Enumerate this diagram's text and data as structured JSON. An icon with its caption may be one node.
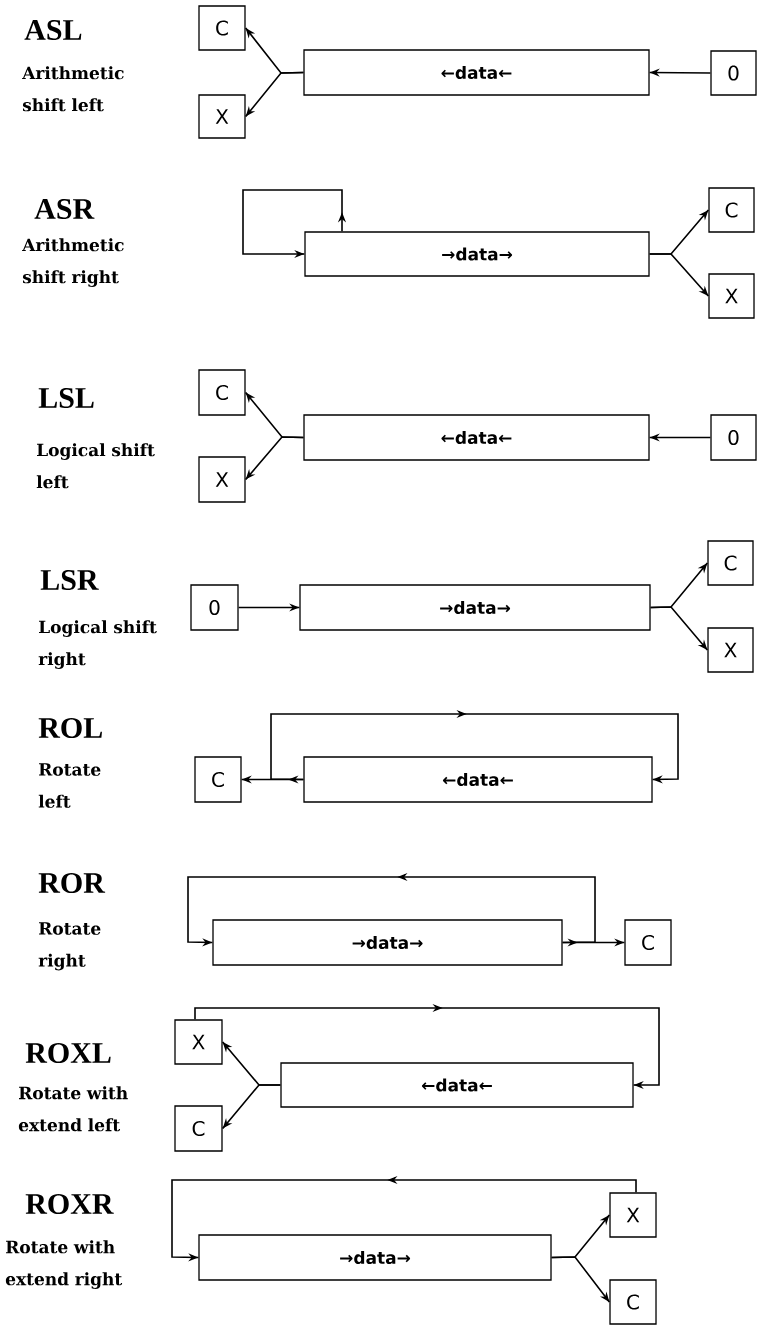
{
  "diagram": {
    "nodes": [
      {
        "text": [
          "C"
        ]
      },
      {
        "text": [
          "X"
        ]
      },
      {
        "text": [
          "←data←"
        ]
      },
      {
        "text": [
          "0"
        ]
      },
      {
        "text": [
          "→data→"
        ]
      },
      {
        "text": [
          "C"
        ]
      },
      {
        "text": [
          "X"
        ]
      },
      {
        "text": [
          "C"
        ]
      },
      {
        "text": [
          "X"
        ]
      },
      {
        "text": [
          "←data←"
        ]
      },
      {
        "text": [
          "0"
        ]
      },
      {
        "text": [
          "0"
        ]
      },
      {
        "text": [
          "→data→"
        ]
      },
      {
        "text": [
          "C"
        ]
      },
      {
        "text": [
          "X"
        ]
      },
      {
        "text": [
          "C"
        ]
      },
      {
        "text": [
          "←data←"
        ]
      },
      {
        "text": [
          "→data→"
        ]
      },
      {
        "text": [
          "C"
        ]
      },
      {
        "text": [
          "X"
        ]
      },
      {
        "text": [
          "C"
        ]
      },
      {
        "text": [
          "←data←"
        ]
      },
      {
        "text": [
          "→data→"
        ]
      },
      {
        "text": [
          "X"
        ]
      },
      {
        "text": [
          "C"
        ]
      }
    ],
    "edges": [
      {
        "from": 2,
        "to": 0,
        "arrow": "to"
      },
      {
        "from": 2,
        "to": 1,
        "arrow": "to"
      },
      {
        "from": 3,
        "to": 2,
        "arrow": "to"
      },
      {
        "from": 4,
        "to": 4,
        "arrow": "to"
      },
      {
        "from": 4,
        "to": 5,
        "arrow": "to"
      },
      {
        "from": 4,
        "to": 6,
        "arrow": "to"
      },
      {
        "from": 9,
        "to": 7,
        "arrow": "to"
      },
      {
        "from": 9,
        "to": 8,
        "arrow": "to"
      },
      {
        "from": 10,
        "to": 9,
        "arrow": "to"
      },
      {
        "from": 11,
        "to": 12,
        "arrow": "to"
      },
      {
        "from": 12,
        "to": 13,
        "arrow": "to"
      },
      {
        "from": 12,
        "to": 14,
        "arrow": "to"
      },
      {
        "from": 16,
        "to": 15,
        "arrow": "to"
      },
      {
        "from": 16,
        "to": 16,
        "arrow": "to"
      },
      {
        "from": 17,
        "to": 18,
        "arrow": "to"
      },
      {
        "from": 17,
        "to": 17,
        "arrow": "to"
      },
      {
        "from": 21,
        "to": 19,
        "arrow": "to"
      },
      {
        "from": 21,
        "to": 20,
        "arrow": "to"
      },
      {
        "from": 19,
        "to": 21,
        "arrow": "to"
      },
      {
        "from": 22,
        "to": 23,
        "arrow": "to"
      },
      {
        "from": 22,
        "to": 24,
        "arrow": "to"
      },
      {
        "from": 23,
        "to": 22,
        "arrow": "to"
      }
    ],
    "labels": [
      "ASL",
      "Arithmetic shift left",
      "ASR",
      "Arithmetic shift right",
      "LSL",
      "Logical shift left",
      "LSR",
      "Logical shift right",
      "ROL",
      "Rotate left",
      "ROR",
      "Rotate right",
      "ROXL",
      "Rotate with extend left",
      "ROXR",
      "Rotate with extend right"
    ]
  }
}
